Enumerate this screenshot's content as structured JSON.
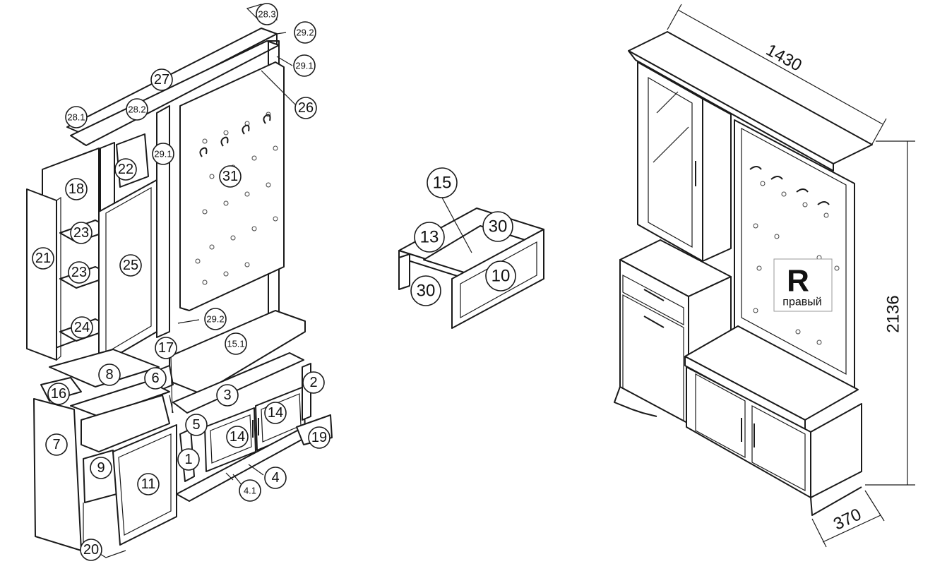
{
  "callouts": {
    "c_28_3": "28.3",
    "c_29_2a": "29.2",
    "c_29_1a": "29.1",
    "c_27": "27",
    "c_28_2": "28.2",
    "c_28_1": "28.1",
    "c_26": "26",
    "c_29_1b": "29.1",
    "c_22": "22",
    "c_31": "31",
    "c_18": "18",
    "c_23a": "23",
    "c_21": "21",
    "c_25": "25",
    "c_23b": "23",
    "c_24": "24",
    "c_29_2b": "29.2",
    "c_15_1": "15.1",
    "c_17": "17",
    "c_8": "8",
    "c_6": "6",
    "c_2": "2",
    "c_16": "16",
    "c_3": "3",
    "c_5": "5",
    "c_14a": "14",
    "c_14b": "14",
    "c_19": "19",
    "c_7": "7",
    "c_9": "9",
    "c_1": "1",
    "c_11": "11",
    "c_4": "4",
    "c_4_1": "4.1",
    "c_20": "20",
    "c_15": "15",
    "c_13": "13",
    "c_30a": "30",
    "c_30b": "30",
    "c_10": "10"
  },
  "dimensions": {
    "width": "1430",
    "height": "2136",
    "depth": "370"
  },
  "variant": {
    "letter": "R",
    "word": "правый"
  }
}
